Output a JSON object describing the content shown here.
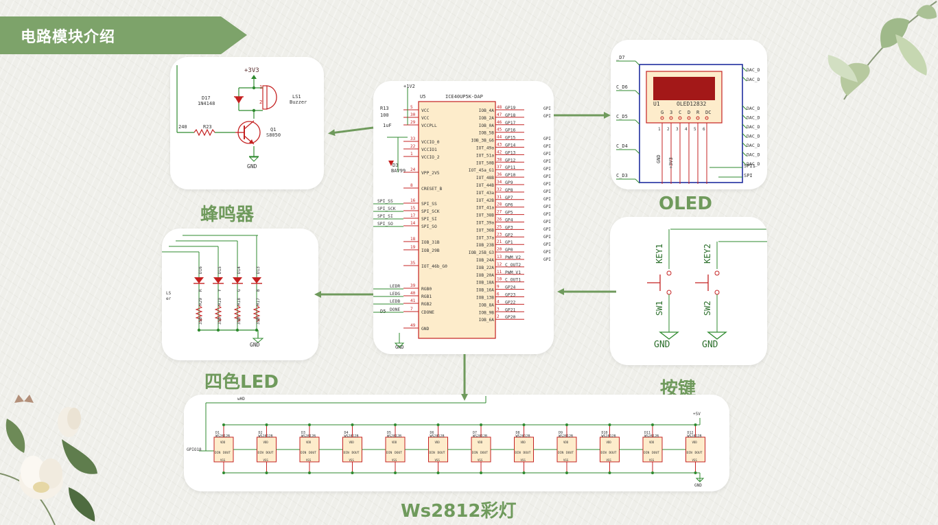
{
  "header": {
    "title": "电路模块介绍"
  },
  "labels": {
    "buzzer": "蜂鸣器",
    "oled": "OLED",
    "led": "四色LED",
    "key": "按键",
    "ws2812": "Ws2812彩灯"
  },
  "buzzer": {
    "v33": "+3V3",
    "gnd": "GND",
    "d17": "D17",
    "diode": "1N4148",
    "ls1": "LS1",
    "ls1_type": "Buzzer",
    "q1": "Q1",
    "q1_type": "S8050",
    "r23": "R23",
    "r23_val": "240"
  },
  "mcu": {
    "v12": "+1V2",
    "u5": "U5",
    "part": "ICE40UP5K-DAP",
    "r13": "R13",
    "r13_val": "100",
    "c_val": "1uF",
    "d3": "D3",
    "d3_type": "BAV99",
    "gnd": "GND",
    "d5": "D5",
    "left_pins": [
      {
        "name": "VCC",
        "num": "5"
      },
      {
        "name": "VCC",
        "num": "30"
      },
      {
        "name": "VCCPLL",
        "num": "29"
      },
      {
        "name": "VCCIO_0",
        "num": "33"
      },
      {
        "name": "VCCIO1",
        "num": "22"
      },
      {
        "name": "VCCIO_2",
        "num": "1"
      },
      {
        "name": "VPP_2V5",
        "num": "24"
      },
      {
        "name": "CRESET_B",
        "num": "8"
      },
      {
        "name": "SPI_SS",
        "num": "16"
      },
      {
        "name": "SPI_SCK",
        "num": "15"
      },
      {
        "name": "SPI_SI",
        "num": "17"
      },
      {
        "name": "SPI_SO",
        "num": "14"
      },
      {
        "name": "IOB_31B",
        "num": "18"
      },
      {
        "name": "IOB_29B",
        "num": "19"
      },
      {
        "name": "IOT_46b_G0",
        "num": "35"
      },
      {
        "name": "RGB0",
        "num": "39"
      },
      {
        "name": "RGB1",
        "num": "40"
      },
      {
        "name": "RGB2",
        "num": "41"
      },
      {
        "name": "CDONE",
        "num": "7"
      },
      {
        "name": "GND",
        "num": "49"
      }
    ],
    "left_nets": [
      "SPI_SS",
      "SPI_SCK",
      "SPI_SI",
      "SPI_SO",
      "LEDR",
      "LEDG",
      "LEDB",
      "DONE"
    ],
    "right_pins": [
      {
        "name": "IOB_4A",
        "num": "48",
        "net": "GP19"
      },
      {
        "name": "IOB_2A",
        "num": "47",
        "net": "GP18"
      },
      {
        "name": "IOB_0A",
        "num": "46",
        "net": "GP17"
      },
      {
        "name": "IOB_5B",
        "num": "45",
        "net": "GP16"
      },
      {
        "name": "IOB_3B_G6",
        "num": "44",
        "net": "GP15"
      },
      {
        "name": "IOT_49a",
        "num": "43",
        "net": "GP14"
      },
      {
        "name": "IOT_51a",
        "num": "42",
        "net": "GP13"
      },
      {
        "name": "IOT_50B",
        "num": "38",
        "net": "GP12"
      },
      {
        "name": "IOT_45a_G1",
        "num": "37",
        "net": "GP11"
      },
      {
        "name": "IOT_48B",
        "num": "36",
        "net": "GP10"
      },
      {
        "name": "IOT_44B",
        "num": "34",
        "net": "GP9"
      },
      {
        "name": "IOT_43a",
        "num": "32",
        "net": "GP8"
      },
      {
        "name": "IOT_42B",
        "num": "31",
        "net": "GP7"
      },
      {
        "name": "IOT_41a",
        "num": "28",
        "net": "GP6"
      },
      {
        "name": "IOT_38B",
        "num": "27",
        "net": "GP5"
      },
      {
        "name": "IOT_39a",
        "num": "26",
        "net": "GP4"
      },
      {
        "name": "IOT_36B",
        "num": "25",
        "net": "GP3"
      },
      {
        "name": "IOT_37a",
        "num": "23",
        "net": "GP2"
      },
      {
        "name": "IOB_23B",
        "num": "21",
        "net": "GP1"
      },
      {
        "name": "IOB_25B_G3",
        "num": "20",
        "net": "GP0"
      },
      {
        "name": "IOB_24A",
        "num": "13",
        "net": "PWM_V2"
      },
      {
        "name": "IOB_22A",
        "num": "12",
        "net": "C_OUT2"
      },
      {
        "name": "IOB_20A",
        "num": "11",
        "net": "PWM_V1"
      },
      {
        "name": "IOB_18A",
        "num": "10",
        "net": "C_OUT1"
      },
      {
        "name": "IOB_16A",
        "num": "9",
        "net": "GP24"
      },
      {
        "name": "IOB_13B",
        "num": "6",
        "net": "GP23"
      },
      {
        "name": "IOB_8A",
        "num": "4",
        "net": "GP22"
      },
      {
        "name": "IOB_9B",
        "num": "3",
        "net": "GP21"
      },
      {
        "name": "IOB_6A",
        "num": "2",
        "net": "GP20"
      }
    ],
    "edge_net": "GPI"
  },
  "oled": {
    "u1": "U1",
    "part": "OLED12832",
    "pins": [
      {
        "name": "G",
        "num": "1"
      },
      {
        "name": "3",
        "num": "2"
      },
      {
        "name": "C",
        "num": "3"
      },
      {
        "name": "D",
        "num": "4"
      },
      {
        "name": "R",
        "num": "5"
      },
      {
        "name": "DC",
        "num": "6"
      }
    ],
    "left_nets": [
      "_D7",
      "C_D6",
      "C_D5",
      "C_D4",
      "C_D3"
    ],
    "right_nets": [
      "DAC_D",
      "DAC_D",
      "DAC_D",
      "DAC_D",
      "DAC_D",
      "DAC_D",
      "DAC_D",
      "DAC_D",
      "DAC_D"
    ],
    "gnd": "GND",
    "v33": "+3V3",
    "spi_a": "SPI1",
    "spi_b": "SPI"
  },
  "led": {
    "diodes": [
      "D16",
      "D15",
      "D14",
      "D13"
    ],
    "colors": [
      "R",
      "Y",
      "G",
      "B"
    ],
    "resistors": [
      "R29",
      "R19",
      "R18",
      "R17"
    ],
    "r_val": "330",
    "gnd": "GND",
    "edge_a": "LS",
    "edge_b": "er"
  },
  "key": {
    "keys": [
      {
        "net": "KEY1",
        "sw": "SW1",
        "gnd": "GND"
      },
      {
        "net": "KEY2",
        "sw": "SW2",
        "gnd": "GND"
      }
    ]
  },
  "ws": {
    "top_net": "wHD",
    "in_net": "GPIO18",
    "v5": "+5V",
    "gnd": "GND",
    "part": "WS2812B",
    "din": "DIN",
    "dout": "DOUT",
    "vdd": "VDD",
    "vss": "VSS",
    "units": [
      "D1",
      "D2",
      "D3",
      "D4",
      "D5",
      "D6",
      "D7",
      "D8",
      "D9",
      "D10",
      "D11",
      "D12"
    ]
  }
}
